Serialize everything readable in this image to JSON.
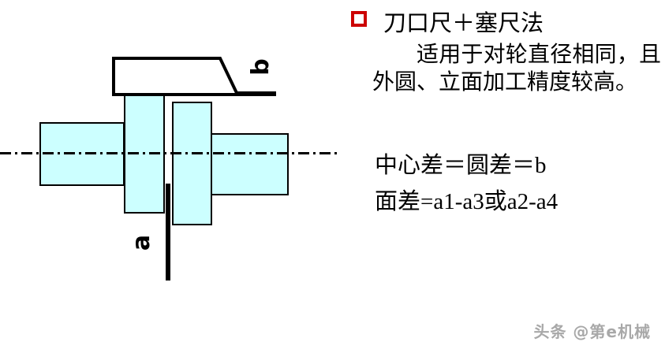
{
  "slide": {
    "background_color": "#ffffff",
    "accent_color": "#CC0000",
    "part_fill_color": "#ccffff",
    "outline_color": "#000000"
  },
  "diagram": {
    "title": "coupling-alignment-measurement",
    "parts": {
      "left_shaft": "left-shaft",
      "flange_left": "left-coupling-flange",
      "flange_right": "right-coupling-flange",
      "right_shaft": "right-shaft",
      "ruler": "knife-edge-straightedge",
      "feeler_blade": "feeler-gauge-blade",
      "gap_gauge": "axial-gap-gauge",
      "centre_line": "shaft-centre-line"
    },
    "labels": {
      "axial_gap": "a",
      "radial_offset": "b"
    }
  },
  "content": {
    "bullet_marker": "red-hollow-square",
    "heading": "刀口尺＋塞尺法",
    "paragraph": "适用于对轮直径相同，且外圆、立面加工精度较高。",
    "formulas": [
      "中心差＝圆差＝b",
      "面差=a1-a3或a2-a4"
    ]
  },
  "watermark": {
    "text": "头条 @第e机械"
  }
}
